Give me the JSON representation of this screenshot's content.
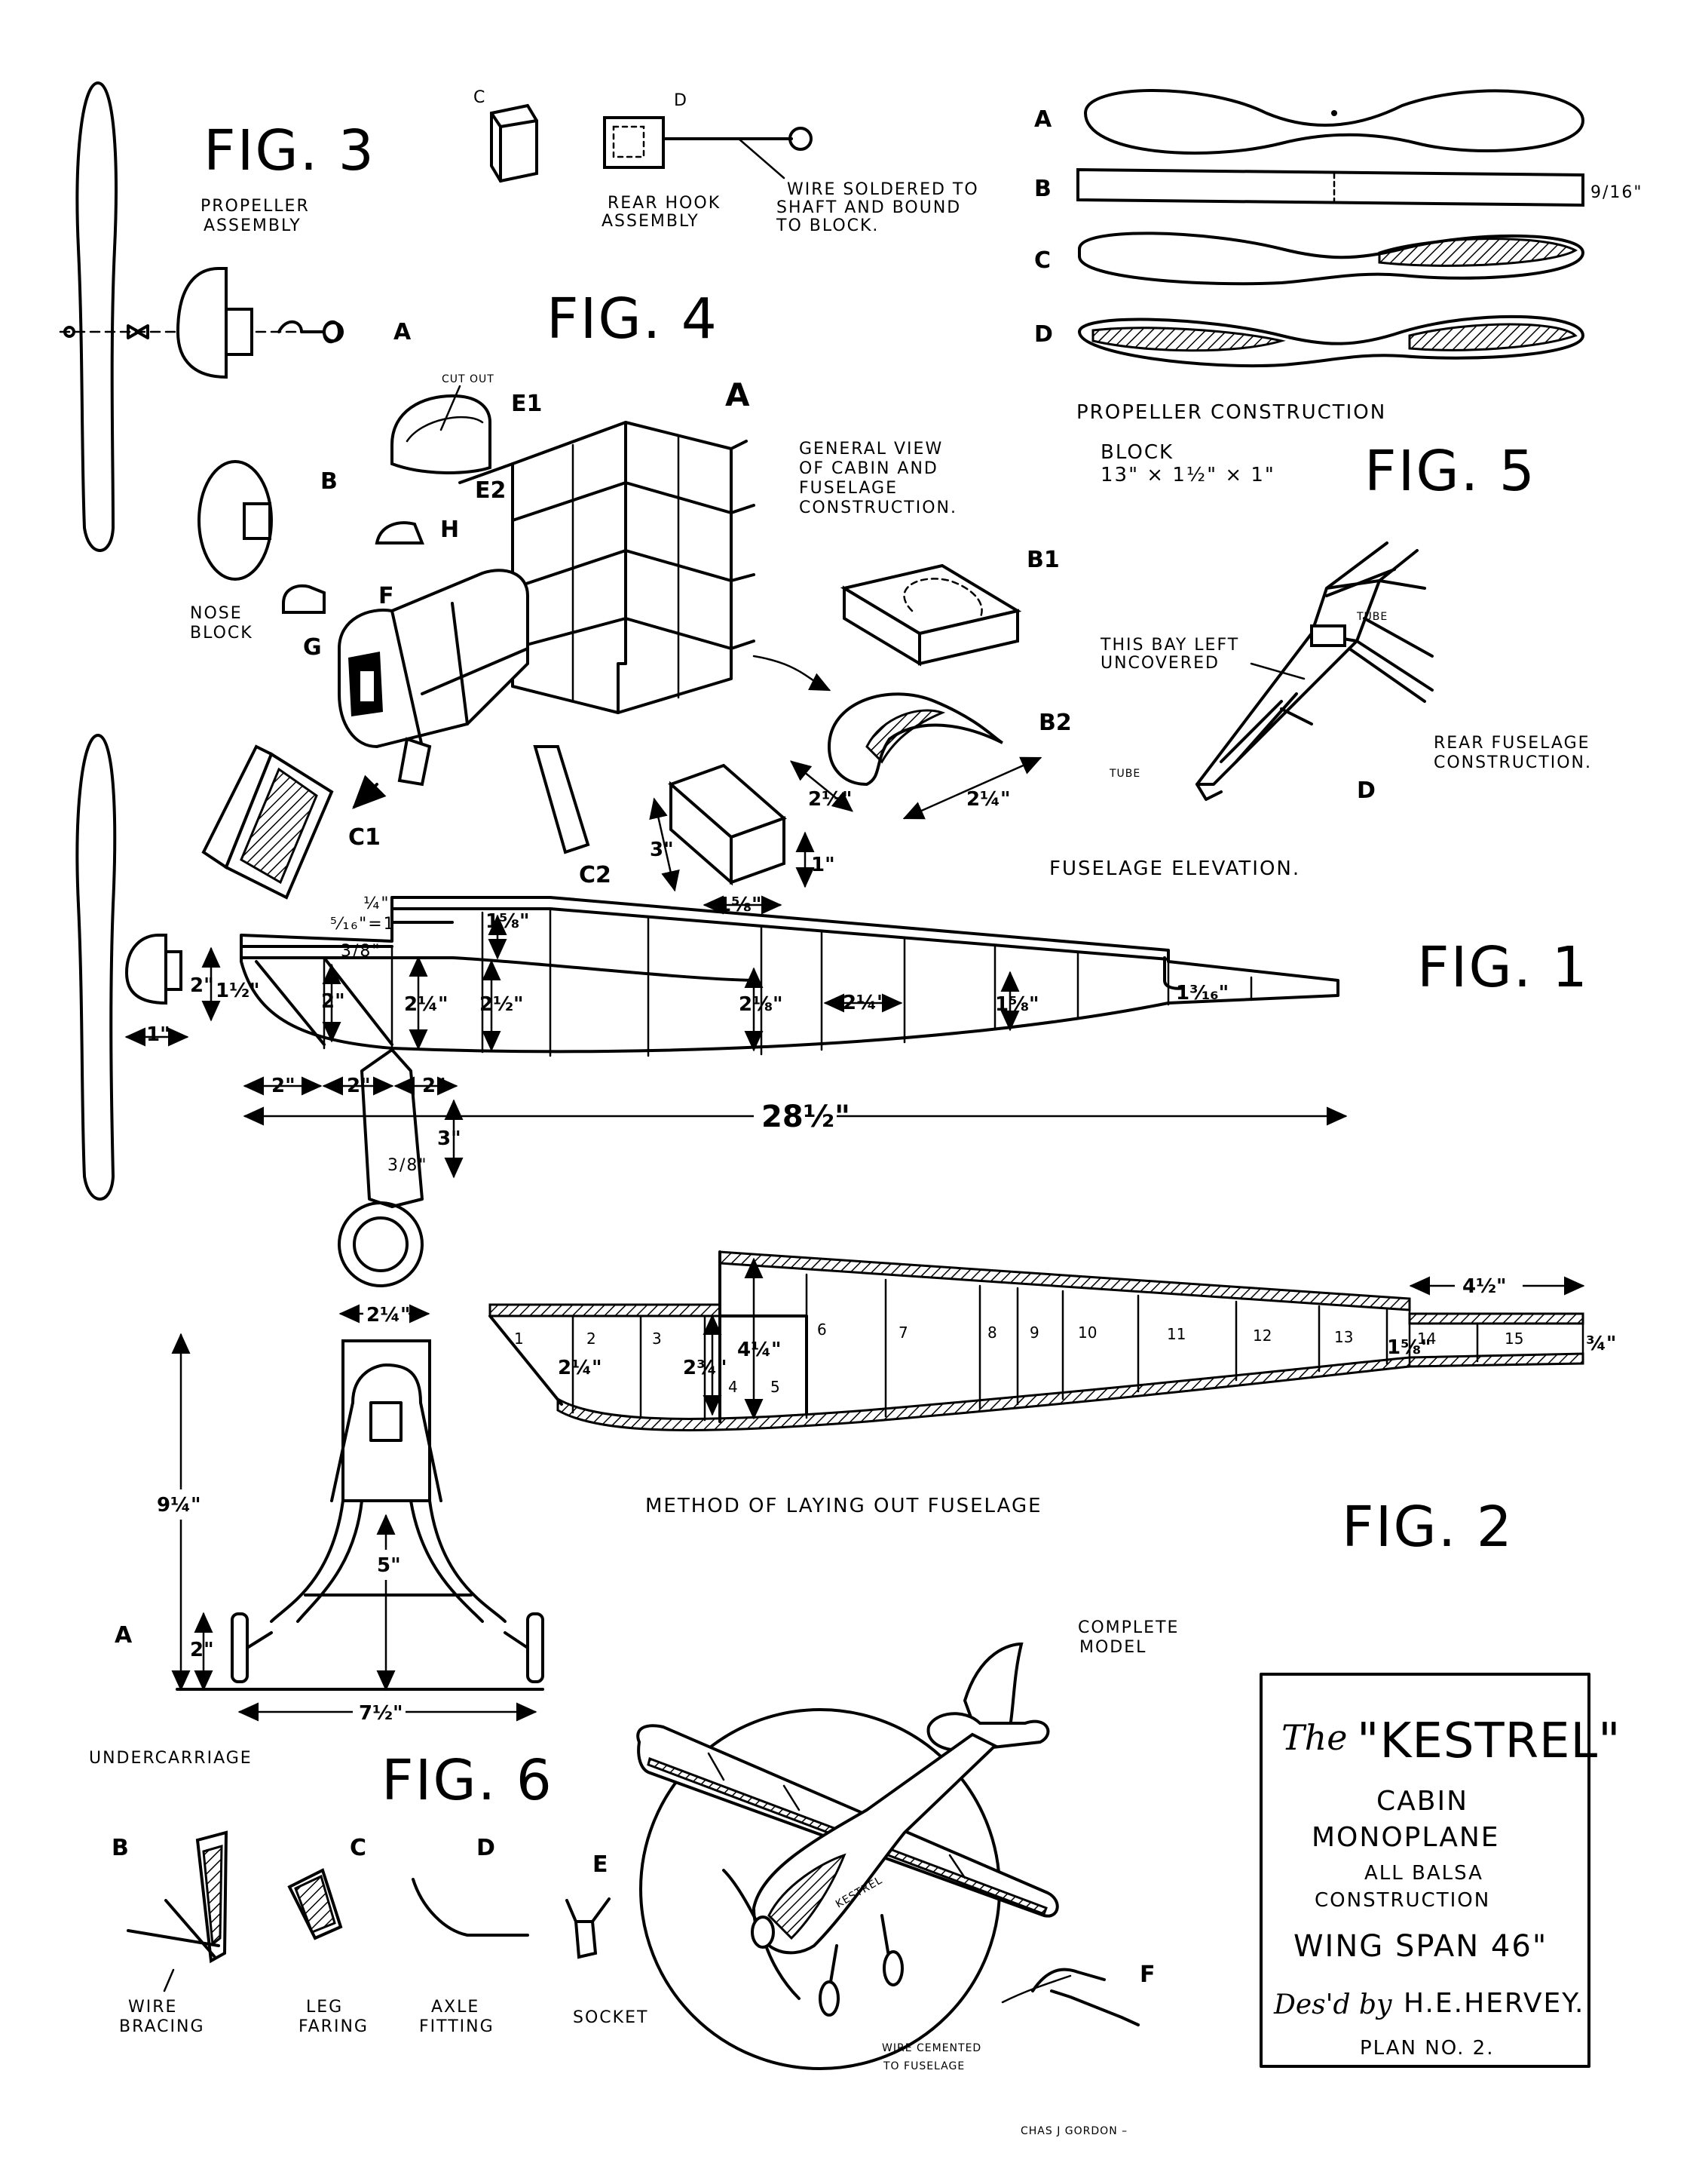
{
  "fig3": {
    "title": "FIG. 3",
    "caption_lines": [
      "PROPELLER",
      "ASSEMBLY"
    ],
    "letter_a": "A"
  },
  "rear_hook": {
    "letter_c": "C",
    "letter_d": "D",
    "caption_lines": [
      "REAR HOOK",
      "ASSEMBLY"
    ],
    "note_lines": [
      "WIRE SOLDERED TO",
      "SHAFT AND BOUND",
      "TO BLOCK."
    ]
  },
  "fig4": {
    "title": "FIG. 4",
    "letter_a": "A",
    "cut_out": "CUT OUT",
    "e1": "E1",
    "e2": "E2",
    "h": "H",
    "b": "B",
    "f": "F",
    "g": "G",
    "nose_block_lines": [
      "NOSE",
      "BLOCK"
    ],
    "c1": "C1",
    "c2": "C2",
    "b1": "B1",
    "b2": "B2",
    "general_view_lines": [
      "GENERAL VIEW",
      "OF CABIN AND",
      "FUSELAGE",
      "CONSTRUCTION."
    ],
    "dims": {
      "w": "2½\"",
      "d": "2¼\"",
      "h3": "3\"",
      "h1": "1\"",
      "w158": "1⅝\""
    }
  },
  "fig5": {
    "title": "FIG. 5",
    "letters": [
      "A",
      "B",
      "C",
      "D"
    ],
    "thickness": "9/16\"",
    "caption": "PROPELLER CONSTRUCTION",
    "block_lines": [
      "BLOCK",
      "13\" × 1½\" × 1\""
    ]
  },
  "rear_fuselage": {
    "tube_top": "TUBE",
    "tube_bottom": "TUBE",
    "bay_note_lines": [
      "THIS BAY LEFT",
      "UNCOVERED"
    ],
    "caption_lines": [
      "REAR FUSELAGE",
      "CONSTRUCTION."
    ],
    "letter_d": "D"
  },
  "fig1": {
    "title": "FIG. 1",
    "caption": "FUSELAGE ELEVATION.",
    "dims": {
      "top_a": "¼\"",
      "top_b": "⁵⁄₁₆\"=1",
      "d38": "3/8\"",
      "d158": "1⅝\"",
      "nose2": "2\"",
      "nose112": "1½\"",
      "s2": "2\"",
      "s214": "2¼\"",
      "s212": "2½\"",
      "s218": "2⅛\"",
      "span214": "2¼\"",
      "s158": "1⅝\"",
      "tail": "1³⁄₁₆\"",
      "nose1": "1\"",
      "st1": "2\"",
      "st2": "2\"",
      "st3": "2\"",
      "leg3": "3\"",
      "leg38": "3/8\"",
      "total": "28½\""
    }
  },
  "fig2": {
    "title": "FIG. 2",
    "caption": "METHOD OF LAYING OUT FUSELAGE",
    "bays": [
      "1",
      "2",
      "3",
      "4",
      "5",
      "6",
      "7",
      "8",
      "9",
      "10",
      "11",
      "12",
      "13",
      "14",
      "15"
    ],
    "dims": {
      "d214": "2¼\"",
      "d234": "2¾\"",
      "d414": "4¼\"",
      "d158": "1⅝\"",
      "d34": "¾\"",
      "d412": "4½\""
    }
  },
  "fig6": {
    "title": "FIG. 6",
    "letter_a": "A",
    "caption": "UNDERCARRIAGE",
    "dims": {
      "w214": "2¼\"",
      "h914": "9¼\"",
      "h5": "5\"",
      "h2": "2\"",
      "w712": "7½\""
    },
    "parts": [
      {
        "letter": "B",
        "lines": [
          "WIRE",
          "BRACING"
        ]
      },
      {
        "letter": "C",
        "lines": [
          "LEG",
          "FARING"
        ]
      },
      {
        "letter": "D",
        "lines": [
          "AXLE",
          "FITTING"
        ]
      },
      {
        "letter": "E",
        "lines": [
          "SOCKET"
        ]
      },
      {
        "letter": "F",
        "lines": [
          "WIRE CEMENTED",
          "TO FUSELAGE"
        ]
      }
    ]
  },
  "complete_model": {
    "caption_lines": [
      "COMPLETE",
      "MODEL"
    ],
    "wing_text": "KESTREL"
  },
  "title_block": {
    "the": "The",
    "name": "\"KESTREL\"",
    "line1": "CABIN",
    "line2": "MONOPLANE",
    "line3": "ALL BALSA",
    "line4": "CONSTRUCTION",
    "span": "WING SPAN 46\"",
    "designed_by": "Des'd by",
    "designer": "H.E.HERVEY.",
    "plan": "PLAN NO. 2."
  },
  "signature": "CHAS J GORDON –"
}
